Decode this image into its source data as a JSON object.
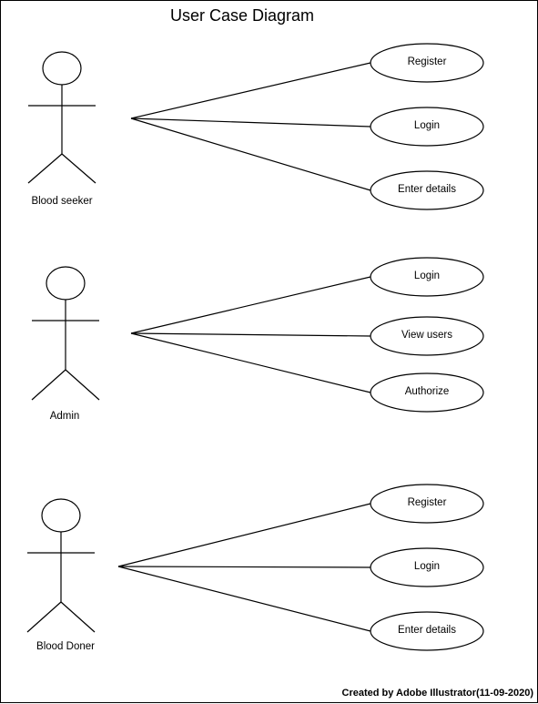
{
  "title": "User Case Diagram",
  "footer": "Created by Adobe Illustrator(11-09-2020)",
  "actors": [
    {
      "name": "Blood seeker",
      "use_cases": [
        "Register",
        "Login",
        "Enter details"
      ]
    },
    {
      "name": "Admin",
      "use_cases": [
        "Login",
        "View users",
        "Authorize"
      ]
    },
    {
      "name": "Blood Doner",
      "use_cases": [
        "Register",
        "Login",
        "Enter details"
      ]
    }
  ],
  "colors": {
    "stroke": "#000000",
    "background": "#ffffff"
  }
}
